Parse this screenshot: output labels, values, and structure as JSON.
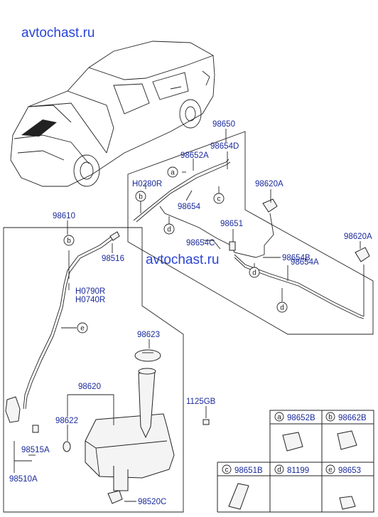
{
  "watermark": "avtochast.ru",
  "parts": {
    "p98650": "98650",
    "p98654D": "98654D",
    "p98652A": "98652A",
    "pH0280R": "H0280R",
    "p98654": "98654",
    "p98620A": "98620A",
    "p98651": "98651",
    "p98654C": "98654C",
    "p98654B": "98654B",
    "p98654A": "98654A",
    "p98610": "98610",
    "p98516": "98516",
    "pH0790R": "H0790R",
    "pH0740R": "H0740R",
    "p98623": "98623",
    "p98620": "98620",
    "p98622": "98622",
    "p1125GB": "1125GB",
    "p98515A": "98515A",
    "p98510A": "98510A",
    "p98520C": "98520C"
  },
  "callouts": {
    "a": "a",
    "b": "b",
    "c": "c",
    "d": "d",
    "e": "e"
  },
  "legend": {
    "a": {
      "letter": "a",
      "part": "98652B"
    },
    "b": {
      "letter": "b",
      "part": "98662B"
    },
    "c": {
      "letter": "c",
      "part": "98651B"
    },
    "d": {
      "letter": "d",
      "part": "81199"
    },
    "e": {
      "letter": "e",
      "part": "98653"
    }
  }
}
